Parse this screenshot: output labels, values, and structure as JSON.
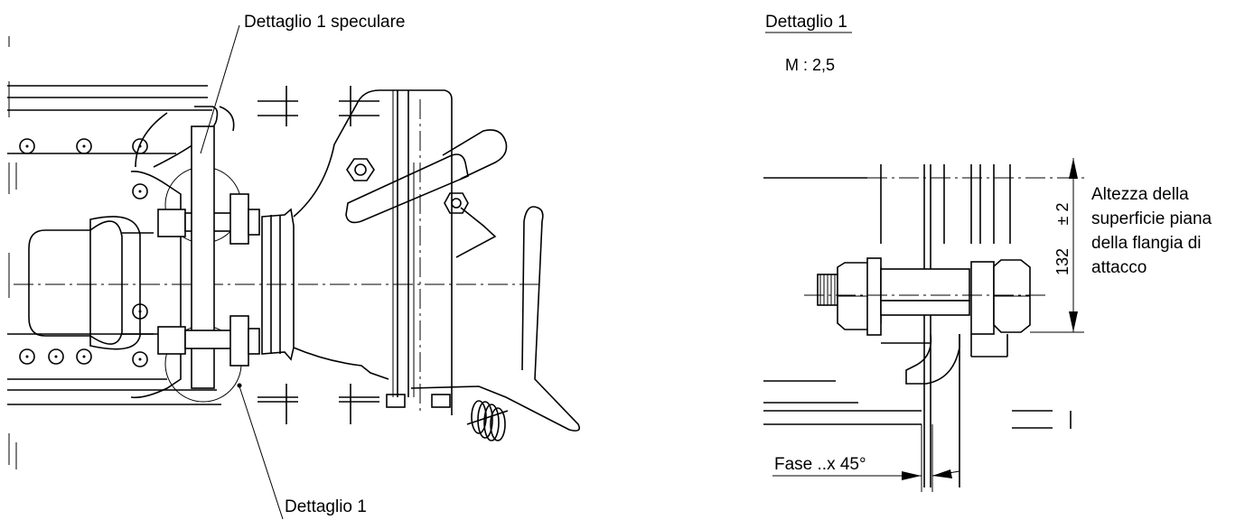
{
  "labels": {
    "detail_mirror": "Dettaglio 1 speculare",
    "detail": "Dettaglio 1",
    "detail_title": "Dettaglio 1",
    "scale": "M : 2,5",
    "dimension_value": "132",
    "dimension_tolerance": "± 2",
    "height_note_line1": "Altezza della",
    "height_note_line2": "superficie piana",
    "height_note_line3": "della flangia di",
    "height_note_line4": "attacco",
    "chamfer": "Fase ..x 45°"
  }
}
